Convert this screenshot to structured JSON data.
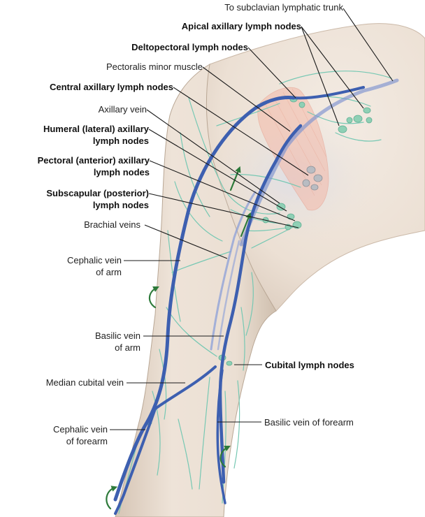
{
  "labels": {
    "subclavian_trunk": "To subclavian lymphatic trunk",
    "apical": "Apical axillary lymph nodes",
    "deltopectoral": "Deltopectoral lymph nodes",
    "pectoralis_minor": "Pectoralis minor muscle",
    "central": "Central axillary lymph nodes",
    "axillary_vein": "Axillary vein",
    "humeral_1": "Humeral (lateral) axillary",
    "humeral_2": "lymph nodes",
    "pectoral_1": "Pectoral (anterior) axillary",
    "pectoral_2": "lymph nodes",
    "subscapular_1": "Subscapular (posterior)",
    "subscapular_2": "lymph nodes",
    "brachial_veins": "Brachial veins",
    "cephalic_arm_1": "Cephalic vein",
    "cephalic_arm_2": "of arm",
    "basilic_arm_1": "Basilic vein",
    "basilic_arm_2": "of arm",
    "cubital": "Cubital lymph nodes",
    "median_cubital": "Median cubital vein",
    "basilic_forearm": "Basilic vein of forearm",
    "cephalic_forearm_1": "Cephalic vein",
    "cephalic_forearm_2": "of forearm"
  },
  "colors": {
    "skin": "#f0e6dc",
    "skin_shade": "#d9c9b9",
    "vein": "#3d5fb0",
    "vein_dark": "#253f86",
    "lymph": "#76c8b3",
    "node": "#8fd0b5",
    "arrow": "#2d7a3a",
    "muscle": "#f2b8a8"
  }
}
